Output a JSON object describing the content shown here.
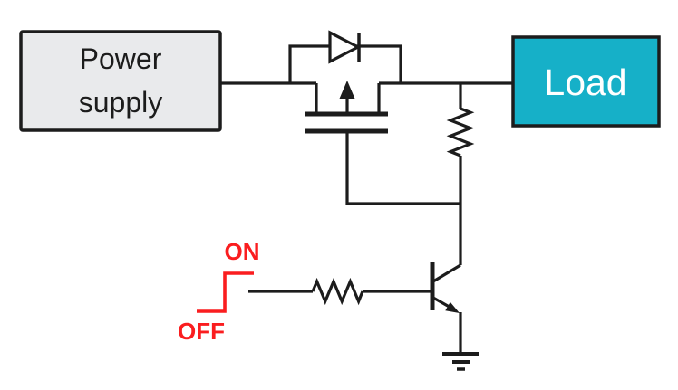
{
  "power_supply": {
    "label_line1": "Power",
    "label_line2": "supply"
  },
  "load": {
    "label": "Load"
  },
  "control_signal": {
    "on_label": "ON",
    "off_label": "OFF"
  },
  "colors": {
    "line_black": "#1c1c1c",
    "power_supply_fill": "#e9eaec",
    "load_fill": "#16b0c8",
    "load_text": "#ffffff",
    "signal_red": "#fa1d1f"
  }
}
